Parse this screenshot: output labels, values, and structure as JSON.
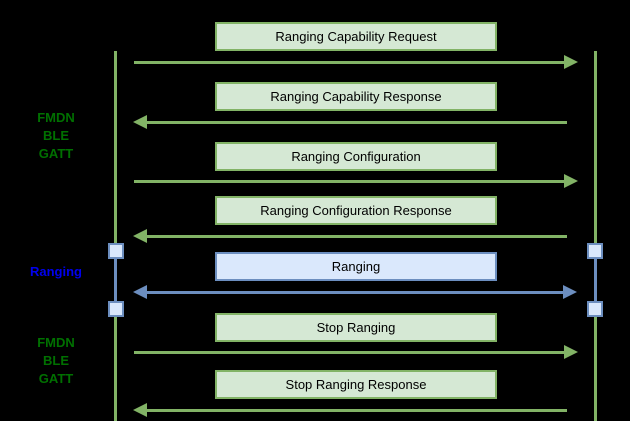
{
  "diagram": {
    "colors": {
      "background": "#000000",
      "gatt_stroke": "#82b366",
      "gatt_fill": "#d5e8d4",
      "ranging_stroke": "#6c8ebf",
      "ranging_fill": "#dae8fc",
      "phase_label_gatt": "#007000",
      "phase_label_ranging": "#0000ee",
      "message_text": "#000000"
    },
    "phases": [
      {
        "name": "fmdn-ble-gatt-top",
        "lines": {
          "0": "FMDN",
          "1": "BLE",
          "2": "GATT"
        }
      },
      {
        "name": "ranging",
        "lines": {
          "0": "Ranging"
        }
      },
      {
        "name": "fmdn-ble-gatt-bottom",
        "lines": {
          "0": "FMDN",
          "1": "BLE",
          "2": "GATT"
        }
      }
    ],
    "messages": [
      {
        "label": "Ranging Capability Request",
        "direction": "right",
        "channel": "gatt"
      },
      {
        "label": "Ranging Capability Response",
        "direction": "left",
        "channel": "gatt"
      },
      {
        "label": "Ranging Configuration",
        "direction": "right",
        "channel": "gatt"
      },
      {
        "label": "Ranging Configuration Response",
        "direction": "left",
        "channel": "gatt"
      },
      {
        "label": "Ranging",
        "direction": "both",
        "channel": "ranging"
      },
      {
        "label": "Stop Ranging",
        "direction": "right",
        "channel": "gatt"
      },
      {
        "label": "Stop Ranging Response",
        "direction": "left",
        "channel": "gatt"
      }
    ]
  }
}
